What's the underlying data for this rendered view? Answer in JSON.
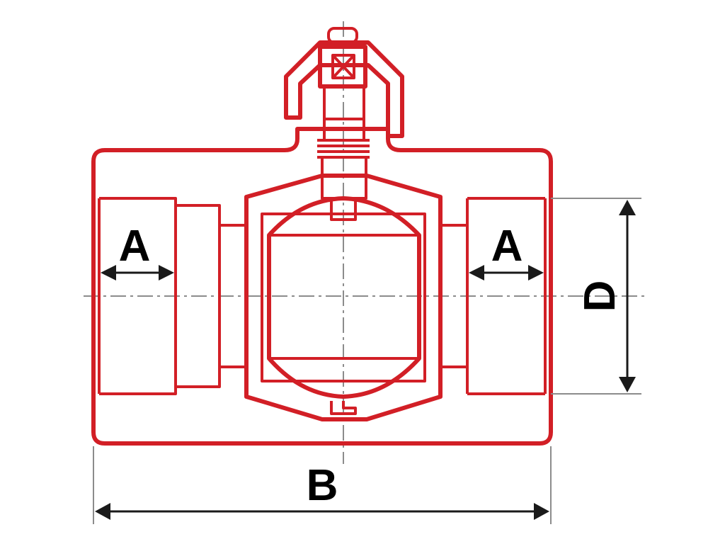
{
  "labels": {
    "a_left": "A",
    "a_right": "A",
    "b": "B",
    "d": "D"
  },
  "colors": {
    "body": "#d21f26",
    "dimension": "#1a1a1a",
    "centerline": "#8c8c8c"
  }
}
